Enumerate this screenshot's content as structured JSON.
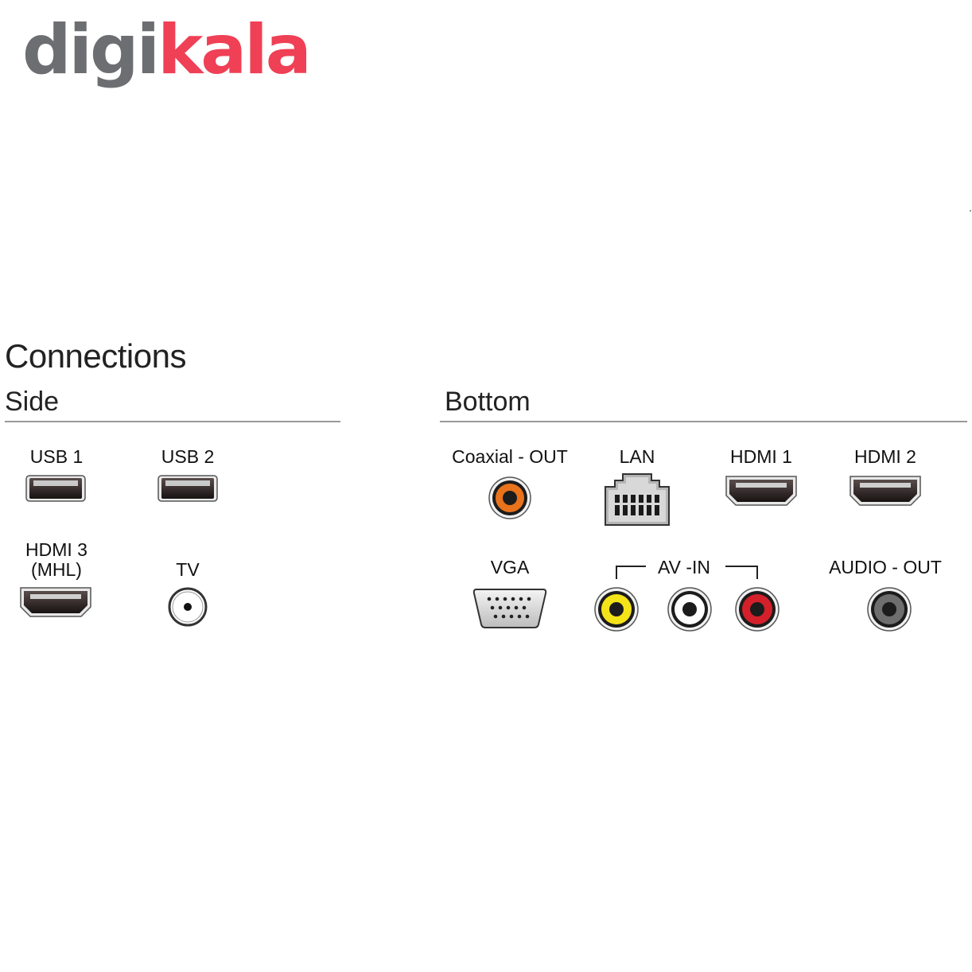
{
  "logo": {
    "part1": "digi",
    "part2": "kala",
    "colors": {
      "part1": "#6d6e71",
      "part2": "#ef4056"
    }
  },
  "heading": "Connections",
  "side": {
    "title": "Side",
    "ports": [
      {
        "label": "USB 1",
        "icon": "usb-port-icon"
      },
      {
        "label": "USB 2",
        "icon": "usb-port-icon"
      },
      {
        "label_line1": "HDMI 3",
        "label_line2": "(MHL)",
        "icon": "hdmi-port-icon"
      },
      {
        "label": "TV",
        "icon": "tv-antenna-port-icon"
      }
    ]
  },
  "bottom": {
    "title": "Bottom",
    "ports": [
      {
        "label": "Coaxial - OUT",
        "icon": "coaxial-rca-port-icon",
        "color": "#e8731c"
      },
      {
        "label": "LAN",
        "icon": "ethernet-port-icon"
      },
      {
        "label": "HDMI 1",
        "icon": "hdmi-port-icon"
      },
      {
        "label": "HDMI 2",
        "icon": "hdmi-port-icon"
      },
      {
        "label": "VGA",
        "icon": "vga-port-icon"
      },
      {
        "label": "AV -IN",
        "icon": "rca-port-group",
        "jacks": [
          {
            "name": "video",
            "color": "#f5e31a"
          },
          {
            "name": "audio-left",
            "color": "#ffffff"
          },
          {
            "name": "audio-right",
            "color": "#d4202a"
          }
        ]
      },
      {
        "label": "AUDIO - OUT",
        "icon": "audio-jack-icon",
        "color": "#6e6e6e"
      }
    ]
  }
}
